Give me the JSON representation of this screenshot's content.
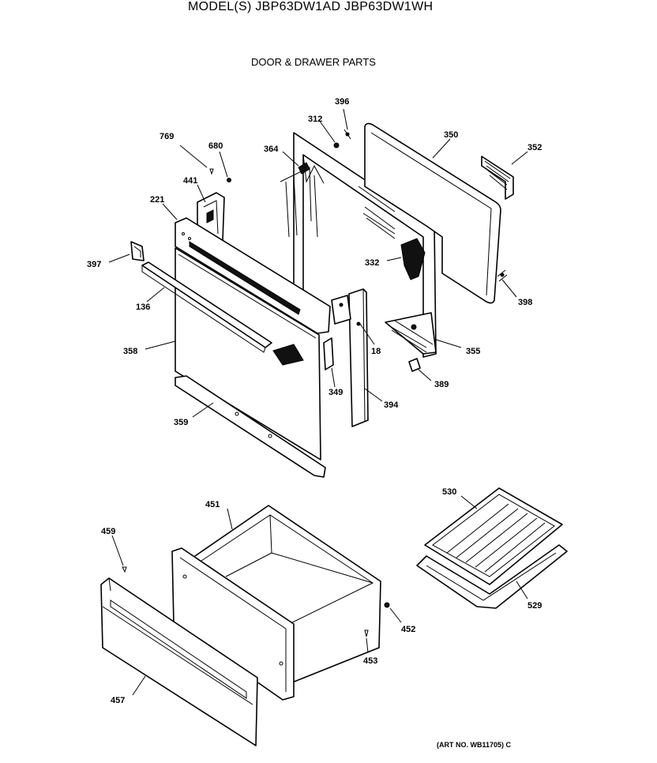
{
  "header": {
    "model_title": "MODEL(S) JBP63DW1AD  JBP63DW1WH",
    "section_title": "DOOR & DRAWER PARTS"
  },
  "footer": {
    "art_no": "(ART NO. WB11705) C"
  },
  "callouts": [
    {
      "id": "c396",
      "label": "396"
    },
    {
      "id": "c312",
      "label": "312"
    },
    {
      "id": "c350",
      "label": "350"
    },
    {
      "id": "c769",
      "label": "769"
    },
    {
      "id": "c680",
      "label": "680"
    },
    {
      "id": "c364",
      "label": "364"
    },
    {
      "id": "c352",
      "label": "352"
    },
    {
      "id": "c441",
      "label": "441"
    },
    {
      "id": "c221",
      "label": "221"
    },
    {
      "id": "c397",
      "label": "397"
    },
    {
      "id": "c332",
      "label": "332"
    },
    {
      "id": "c398",
      "label": "398"
    },
    {
      "id": "c136",
      "label": "136"
    },
    {
      "id": "c358",
      "label": "358"
    },
    {
      "id": "c18",
      "label": "18"
    },
    {
      "id": "c355",
      "label": "355"
    },
    {
      "id": "c389",
      "label": "389"
    },
    {
      "id": "c349",
      "label": "349"
    },
    {
      "id": "c394",
      "label": "394"
    },
    {
      "id": "c359",
      "label": "359"
    },
    {
      "id": "c530",
      "label": "530"
    },
    {
      "id": "c451",
      "label": "451"
    },
    {
      "id": "c459",
      "label": "459"
    },
    {
      "id": "c529",
      "label": "529"
    },
    {
      "id": "c452",
      "label": "452"
    },
    {
      "id": "c453",
      "label": "453"
    },
    {
      "id": "c457",
      "label": "457"
    }
  ]
}
